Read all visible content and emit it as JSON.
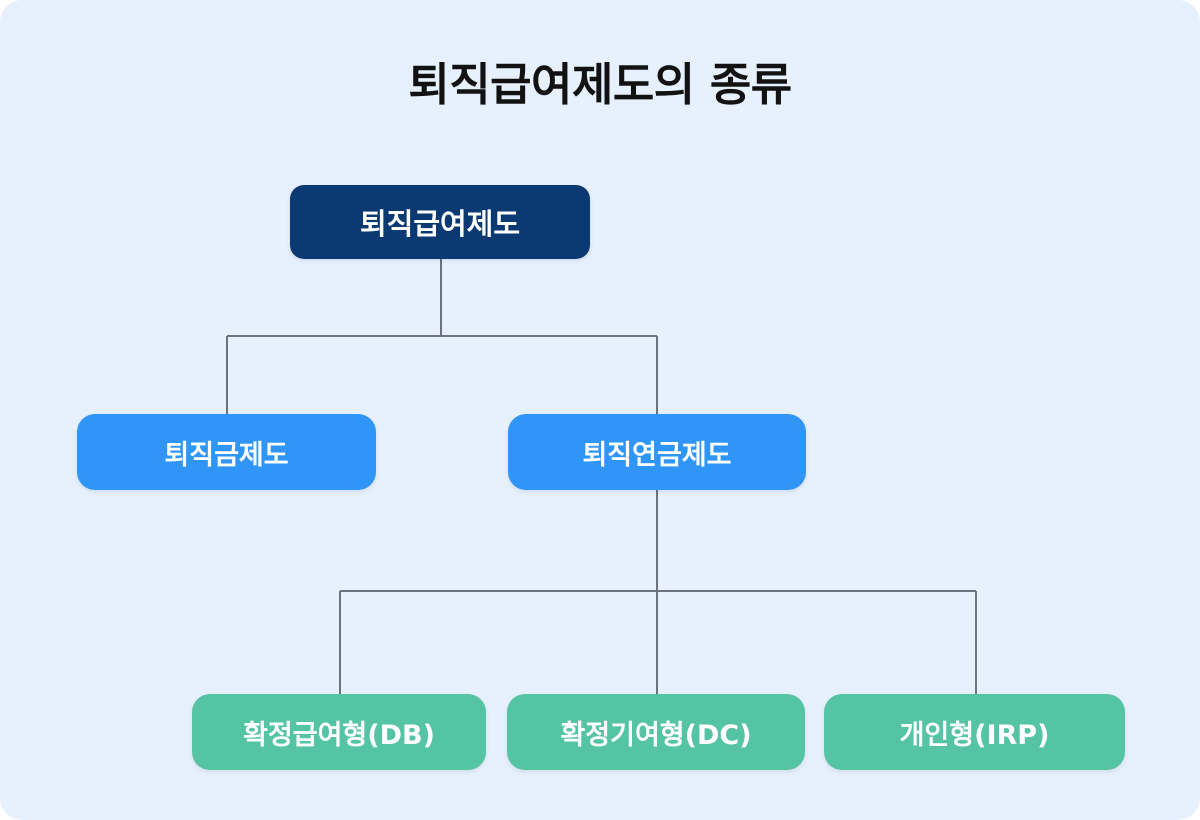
{
  "page": {
    "title": "퇴직급여제도의 종류",
    "background_color": "#e7f1fd",
    "page_border_radius": "22px"
  },
  "colors": {
    "canvas_bg": "#e7f1fd",
    "title_text": "#121212",
    "root_node": "#0b3a72",
    "branch_node": "#2f95f7",
    "leaf_node": "#55c4a4",
    "connector_line": "#6b7280",
    "node_text": "#ffffff"
  },
  "chart_data": {
    "type": "diagram",
    "diagram_type": "hierarchy-tree",
    "title": "퇴직급여제도의 종류",
    "orientation": "top-down",
    "levels": 3,
    "nodes": [
      {
        "id": "root",
        "label": "퇴직급여제도",
        "level": 0,
        "color": "#0b3a72",
        "parent": null
      },
      {
        "id": "b1",
        "label": "퇴직금제도",
        "level": 1,
        "color": "#2f95f7",
        "parent": "root"
      },
      {
        "id": "b2",
        "label": "퇴직연금제도",
        "level": 1,
        "color": "#2f95f7",
        "parent": "root"
      },
      {
        "id": "l1",
        "label": "확정급여형(DB)",
        "level": 2,
        "color": "#55c4a4",
        "parent": "b2"
      },
      {
        "id": "l2",
        "label": "확정기여형(DC)",
        "level": 2,
        "color": "#55c4a4",
        "parent": "b2"
      },
      {
        "id": "l3",
        "label": "개인형(IRP)",
        "level": 2,
        "color": "#55c4a4",
        "parent": "b2"
      }
    ],
    "edges": [
      {
        "from": "root",
        "to": "b1"
      },
      {
        "from": "root",
        "to": "b2"
      },
      {
        "from": "b2",
        "to": "l1"
      },
      {
        "from": "b2",
        "to": "l2"
      },
      {
        "from": "b2",
        "to": "l3"
      }
    ]
  },
  "tree": {
    "root": {
      "label": "퇴직급여제도"
    },
    "branches": [
      {
        "label": "퇴직금제도"
      },
      {
        "label": "퇴직연금제도"
      }
    ],
    "leaves": [
      {
        "label": "확정급여형(DB)"
      },
      {
        "label": "확정기여형(DC)"
      },
      {
        "label": "개인형(IRP)"
      }
    ]
  }
}
